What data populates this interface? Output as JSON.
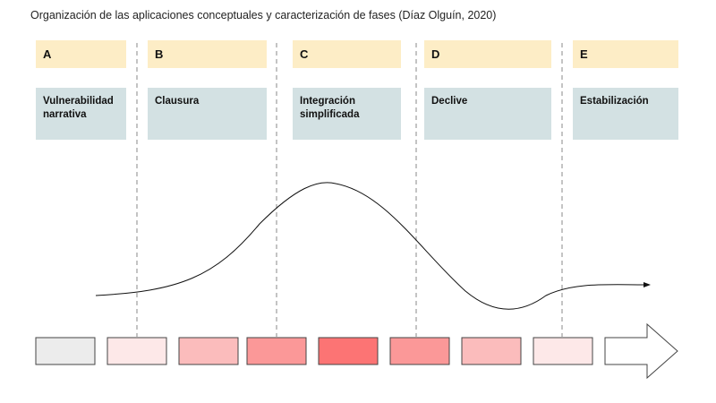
{
  "title": "Organización de las aplicaciones conceptuales y caracterización de fases (Díaz Olguín, 2020)",
  "phases": [
    {
      "letter": "A",
      "name_lines": [
        "Vulnerabilidad",
        "narrativa"
      ]
    },
    {
      "letter": "B",
      "name_lines": [
        "Clausura"
      ]
    },
    {
      "letter": "C",
      "name_lines": [
        "Integración",
        "simplificada"
      ]
    },
    {
      "letter": "D",
      "name_lines": [
        "Declive"
      ]
    },
    {
      "letter": "E",
      "name_lines": [
        "Estabilización"
      ]
    }
  ],
  "colors": {
    "letter_box": "#fdedc6",
    "name_box": "#d3e1e3",
    "intensity_scale": [
      "#ececec",
      "#fde8e8",
      "#fbbcbc",
      "#fb9898",
      "#fc7474",
      "#fb9898",
      "#fbbcbc",
      "#fde8e8",
      "#ffffff"
    ]
  },
  "icons": {
    "curve": "narrative-curve-arrow",
    "end": "block-arrow-right"
  }
}
